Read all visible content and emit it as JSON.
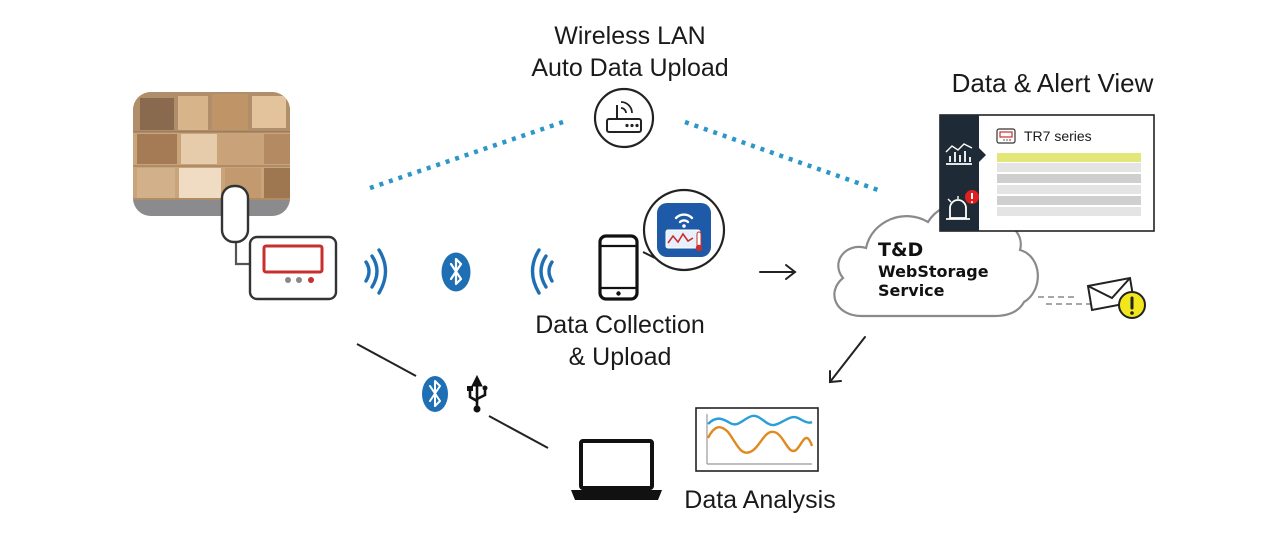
{
  "labels": {
    "wireless_lan_line1": "Wireless LAN",
    "wireless_lan_line2": "Auto Data Upload",
    "data_alert_view": "Data & Alert View",
    "data_collection_line1": "Data Collection",
    "data_collection_line2": "& Upload",
    "data_analysis": "Data Analysis"
  },
  "web_panel": {
    "title": "TR7 series"
  },
  "cloud": {
    "line1": "T&D",
    "line2": "WebStorage",
    "line3": "Service"
  },
  "icons": [
    "warehouse-photo",
    "data-logger-device",
    "signal-waves-icon",
    "bluetooth-icon",
    "smartphone-icon",
    "app-icon",
    "router-icon",
    "cloud-icon",
    "bar-chart-icon",
    "alarm-icon",
    "email-alert-icon",
    "usb-icon",
    "laptop-icon",
    "graph-thumbnail"
  ],
  "colors": {
    "wifi_link": "#2d96c8",
    "bluetooth": "#1f6fb5",
    "app_blue": "#1e5aa8",
    "alert_yellow": "#f2e61c",
    "alert_red": "#e02020",
    "logger_red": "#c8302e",
    "highlight_row": "#e3e77a",
    "panel_sidebar": "#1e2a36",
    "graph_blue": "#2a9fd6",
    "graph_orange": "#e08a1e"
  }
}
